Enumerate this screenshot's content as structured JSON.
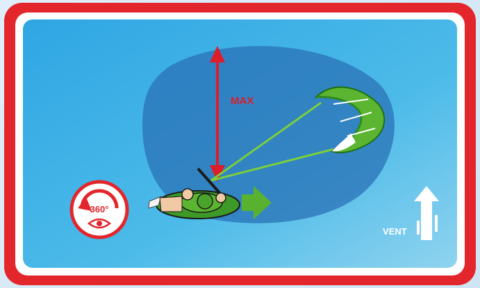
{
  "diagram": {
    "max_label": "MAX",
    "badge_label": "360°",
    "wind_label": "VENT"
  },
  "colors": {
    "frame_red": "#e2262b",
    "water_light": "#46b2e6",
    "water_dark": "#2a72b5",
    "arrow_red": "#dd1d2a",
    "kite_green": "#5cb531",
    "kite_dark": "#2f8a1f",
    "line_green": "#7ccf3c",
    "direction_green": "#59b22f",
    "wind_white": "#ffffff"
  },
  "icons": {
    "rotation": "rotate-360-icon",
    "view": "eye-icon",
    "wind": "wind-arrow-icon",
    "direction": "forward-arrow-icon",
    "kite": "kite-icon",
    "rider": "kitesurfer-icon"
  }
}
